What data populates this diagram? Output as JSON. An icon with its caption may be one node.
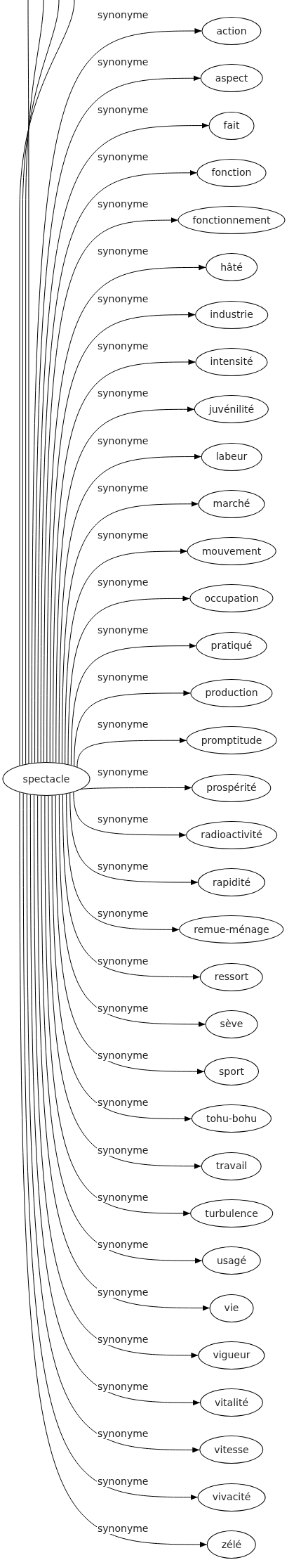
{
  "diagram": {
    "nodes": [
      {
        "text": [
          "spectacle"
        ]
      },
      {
        "text": [
          "action"
        ]
      },
      {
        "text": [
          "aspect"
        ]
      },
      {
        "text": [
          "fait"
        ]
      },
      {
        "text": [
          "fonction"
        ]
      },
      {
        "text": [
          "fonctionnement"
        ]
      },
      {
        "text": [
          "hâté"
        ]
      },
      {
        "text": [
          "industrie"
        ]
      },
      {
        "text": [
          "intensité"
        ]
      },
      {
        "text": [
          "juvénilité"
        ]
      },
      {
        "text": [
          "labeur"
        ]
      },
      {
        "text": [
          "marché"
        ]
      },
      {
        "text": [
          "mouvement"
        ]
      },
      {
        "text": [
          "occupation"
        ]
      },
      {
        "text": [
          "pratiqué"
        ]
      },
      {
        "text": [
          "production"
        ]
      },
      {
        "text": [
          "promptitude"
        ]
      },
      {
        "text": [
          "prospérité"
        ]
      },
      {
        "text": [
          "radioactivité"
        ]
      },
      {
        "text": [
          "rapidité"
        ]
      },
      {
        "text": [
          "remue-ménage"
        ]
      },
      {
        "text": [
          "ressort"
        ]
      },
      {
        "text": [
          "sève"
        ]
      },
      {
        "text": [
          "sport"
        ]
      },
      {
        "text": [
          "tohu-bohu"
        ]
      },
      {
        "text": [
          "travail"
        ]
      },
      {
        "text": [
          "turbulence"
        ]
      },
      {
        "text": [
          "usagé"
        ]
      },
      {
        "text": [
          "vie"
        ]
      },
      {
        "text": [
          "vigueur"
        ]
      },
      {
        "text": [
          "vitalité"
        ]
      },
      {
        "text": [
          "vitesse"
        ]
      },
      {
        "text": [
          "vivacité"
        ]
      },
      {
        "text": [
          "zélé"
        ]
      }
    ],
    "edges": [
      {
        "from": 0,
        "to": null,
        "arrow": "none"
      },
      {
        "from": 0,
        "to": null,
        "arrow": "none"
      },
      {
        "from": 0,
        "to": null,
        "arrow": "none"
      },
      {
        "from": 0,
        "to": null,
        "arrow": "none"
      },
      {
        "from": 0,
        "to": 1,
        "arrow": "to",
        "label": "synonyme"
      },
      {
        "from": 0,
        "to": 2,
        "arrow": "to",
        "label": "synonyme"
      },
      {
        "from": 0,
        "to": 3,
        "arrow": "to",
        "label": "synonyme"
      },
      {
        "from": 0,
        "to": 4,
        "arrow": "to",
        "label": "synonyme"
      },
      {
        "from": 0,
        "to": 5,
        "arrow": "to",
        "label": "synonyme"
      },
      {
        "from": 0,
        "to": 6,
        "arrow": "to",
        "label": "synonyme"
      },
      {
        "from": 0,
        "to": 7,
        "arrow": "to",
        "label": "synonyme"
      },
      {
        "from": 0,
        "to": 8,
        "arrow": "to",
        "label": "synonyme"
      },
      {
        "from": 0,
        "to": 9,
        "arrow": "to",
        "label": "synonyme"
      },
      {
        "from": 0,
        "to": 10,
        "arrow": "to",
        "label": "synonyme"
      },
      {
        "from": 0,
        "to": 11,
        "arrow": "to",
        "label": "synonyme"
      },
      {
        "from": 0,
        "to": 12,
        "arrow": "to",
        "label": "synonyme"
      },
      {
        "from": 0,
        "to": 13,
        "arrow": "to",
        "label": "synonyme"
      },
      {
        "from": 0,
        "to": 14,
        "arrow": "to",
        "label": "synonyme"
      },
      {
        "from": 0,
        "to": 15,
        "arrow": "to",
        "label": "synonyme"
      },
      {
        "from": 0,
        "to": 16,
        "arrow": "to",
        "label": "synonyme"
      },
      {
        "from": 0,
        "to": 17,
        "arrow": "to",
        "label": "synonyme"
      },
      {
        "from": 0,
        "to": 18,
        "arrow": "to",
        "label": "synonyme"
      },
      {
        "from": 0,
        "to": 19,
        "arrow": "to",
        "label": "synonyme"
      },
      {
        "from": 0,
        "to": 20,
        "arrow": "to",
        "label": "synonyme"
      },
      {
        "from": 0,
        "to": 21,
        "arrow": "to",
        "label": "synonyme"
      },
      {
        "from": 0,
        "to": 22,
        "arrow": "to",
        "label": "synonyme"
      },
      {
        "from": 0,
        "to": 23,
        "arrow": "to",
        "label": "synonyme"
      },
      {
        "from": 0,
        "to": 24,
        "arrow": "to",
        "label": "synonyme"
      },
      {
        "from": 0,
        "to": 25,
        "arrow": "to",
        "label": "synonyme"
      },
      {
        "from": 0,
        "to": 26,
        "arrow": "to",
        "label": "synonyme"
      },
      {
        "from": 0,
        "to": 27,
        "arrow": "to",
        "label": "synonyme"
      },
      {
        "from": 0,
        "to": 28,
        "arrow": "to",
        "label": "synonyme"
      },
      {
        "from": 0,
        "to": 29,
        "arrow": "to",
        "label": "synonyme"
      },
      {
        "from": 0,
        "to": 30,
        "arrow": "to",
        "label": "synonyme"
      },
      {
        "from": 0,
        "to": 31,
        "arrow": "to",
        "label": "synonyme"
      },
      {
        "from": 0,
        "to": 32,
        "arrow": "to",
        "label": "synonyme"
      },
      {
        "from": 0,
        "to": 33,
        "arrow": "to",
        "label": "synonyme"
      }
    ]
  }
}
